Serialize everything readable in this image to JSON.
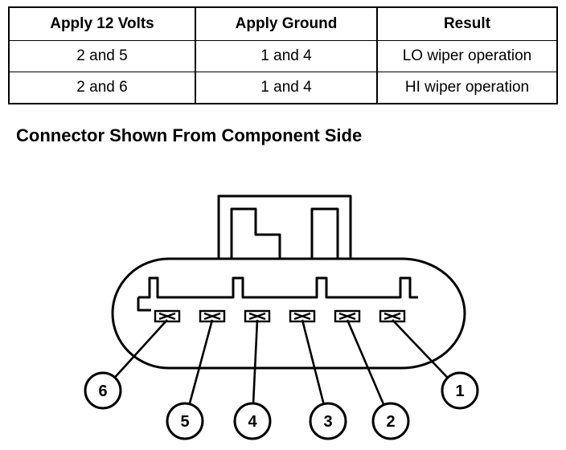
{
  "table": {
    "headers": [
      "Apply 12 Volts",
      "Apply Ground",
      "Result"
    ],
    "rows": [
      [
        "2 and 5",
        "1 and 4",
        "LO wiper operation"
      ],
      [
        "2 and 6",
        "1 and 4",
        "HI wiper operation"
      ]
    ]
  },
  "diagram": {
    "title": "Connector Shown From Component Side",
    "terminals": [
      "1",
      "2",
      "3",
      "4",
      "5",
      "6"
    ]
  }
}
